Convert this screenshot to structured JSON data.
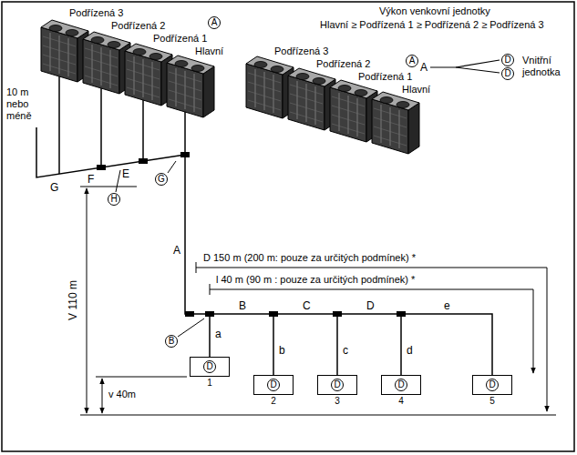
{
  "diagram": {
    "nodes": [
      {
        "text": [
          "D",
          "1"
        ]
      },
      {
        "text": [
          "D",
          "2"
        ]
      },
      {
        "text": [
          "D",
          "3"
        ]
      },
      {
        "text": [
          "D",
          "4"
        ]
      },
      {
        "text": [
          "D",
          "5"
        ]
      }
    ],
    "labels": [
      "Výkon venkovní jednotky",
      "Hlavní ≥ Podřízená 1 ≥ Podřízená 2 ≥ Podřízená 3",
      "Podřízená 3",
      "Podřízená 2",
      "Podřízená 1",
      "Hlavní",
      "A",
      "Podřízená 3",
      "Podřízená 2",
      "Podřízená 1",
      "Hlavní",
      "A",
      "A",
      "D",
      "D",
      "Vnitřní jednotka",
      "10 m nebo méně",
      "G",
      "F",
      "E",
      "G",
      "H",
      "A",
      "D 150 m (200 m: pouze za určitých podmínek) *",
      "l 40 m (90 m : pouze za určitých podmínek) *",
      "V 110 m",
      "B",
      "B",
      "C",
      "D",
      "e",
      "a",
      "b",
      "c",
      "d",
      "v 40m"
    ]
  }
}
